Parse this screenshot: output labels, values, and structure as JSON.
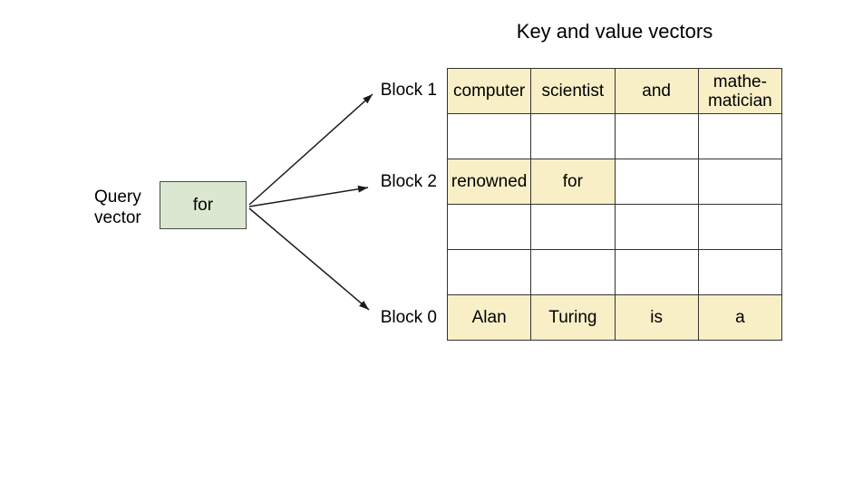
{
  "title": "Key and value vectors",
  "query": {
    "label": "Query\nvector",
    "token": "for"
  },
  "blocks": [
    {
      "label": "Block 1"
    },
    {
      "label": "Block 2"
    },
    {
      "label": "Block 0"
    }
  ],
  "table": {
    "columns": 4,
    "rows": [
      {
        "block": "Block 1",
        "cells": [
          {
            "text": "computer",
            "highlight": true
          },
          {
            "text": "scientist",
            "highlight": true
          },
          {
            "text": "and",
            "highlight": true
          },
          {
            "text": "mathe-\nmatician",
            "highlight": true
          }
        ]
      },
      {
        "block": null,
        "cells": [
          {
            "text": "",
            "highlight": false
          },
          {
            "text": "",
            "highlight": false
          },
          {
            "text": "",
            "highlight": false
          },
          {
            "text": "",
            "highlight": false
          }
        ]
      },
      {
        "block": "Block 2",
        "cells": [
          {
            "text": "renowned",
            "highlight": true
          },
          {
            "text": "for",
            "highlight": true
          },
          {
            "text": "",
            "highlight": false
          },
          {
            "text": "",
            "highlight": false
          }
        ]
      },
      {
        "block": null,
        "cells": [
          {
            "text": "",
            "highlight": false
          },
          {
            "text": "",
            "highlight": false
          },
          {
            "text": "",
            "highlight": false
          },
          {
            "text": "",
            "highlight": false
          }
        ]
      },
      {
        "block": null,
        "cells": [
          {
            "text": "",
            "highlight": false
          },
          {
            "text": "",
            "highlight": false
          },
          {
            "text": "",
            "highlight": false
          },
          {
            "text": "",
            "highlight": false
          }
        ]
      },
      {
        "block": "Block 0",
        "cells": [
          {
            "text": "Alan",
            "highlight": true
          },
          {
            "text": "Turing",
            "highlight": true
          },
          {
            "text": "is",
            "highlight": true
          },
          {
            "text": "a",
            "highlight": true
          }
        ]
      }
    ]
  },
  "colors": {
    "highlight_cell": "#F8EFC7",
    "query_box": "#DBE7D1",
    "table_border": "#333333",
    "arrow": "#1A1A1A",
    "text": "#000000",
    "background": "#FFFFFF"
  }
}
